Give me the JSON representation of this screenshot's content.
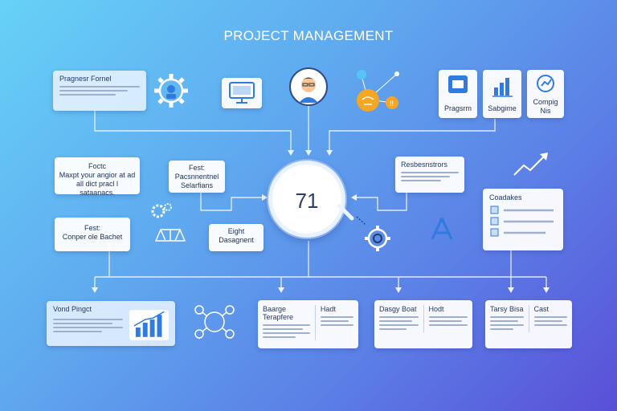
{
  "title": "PROJECT MANAGEMENT",
  "hub_value": "71",
  "top_left_card": {
    "heading": "Pragnesr Fornel"
  },
  "top_right_cards": [
    {
      "label": "Pragsrm"
    },
    {
      "label": "Sabgime"
    },
    {
      "label": "Compig Nis"
    }
  ],
  "left_cards": [
    {
      "line1": "Foctc",
      "line2": "Maxpt your angior at ad",
      "line3": "all dict pracl l sataanacs."
    },
    {
      "line1": "Fest:",
      "line2": "Conper ole Bachet"
    }
  ],
  "inner_cards": [
    {
      "line1": "Fest:",
      "line2": "Pacsnnentnel",
      "line3": "Selarfians"
    },
    {
      "line1": "Eight",
      "line2": "Dasagnent"
    }
  ],
  "right_card": {
    "heading": "Resbesnstrors"
  },
  "checklist_card": {
    "heading": "Coadakes"
  },
  "bottom_left_card": {
    "heading": "Vond Pingct"
  },
  "bottom_cards": [
    {
      "left": "Baarge Terapfere",
      "right": "Hadt"
    },
    {
      "left": "Dasgy Boat",
      "right": "Hodt"
    },
    {
      "left": "Tarsy Bisa",
      "right": "Cast"
    }
  ],
  "colors": {
    "accent": "#2f7be0",
    "orange": "#f5a623",
    "wire": "#eef4ff"
  }
}
